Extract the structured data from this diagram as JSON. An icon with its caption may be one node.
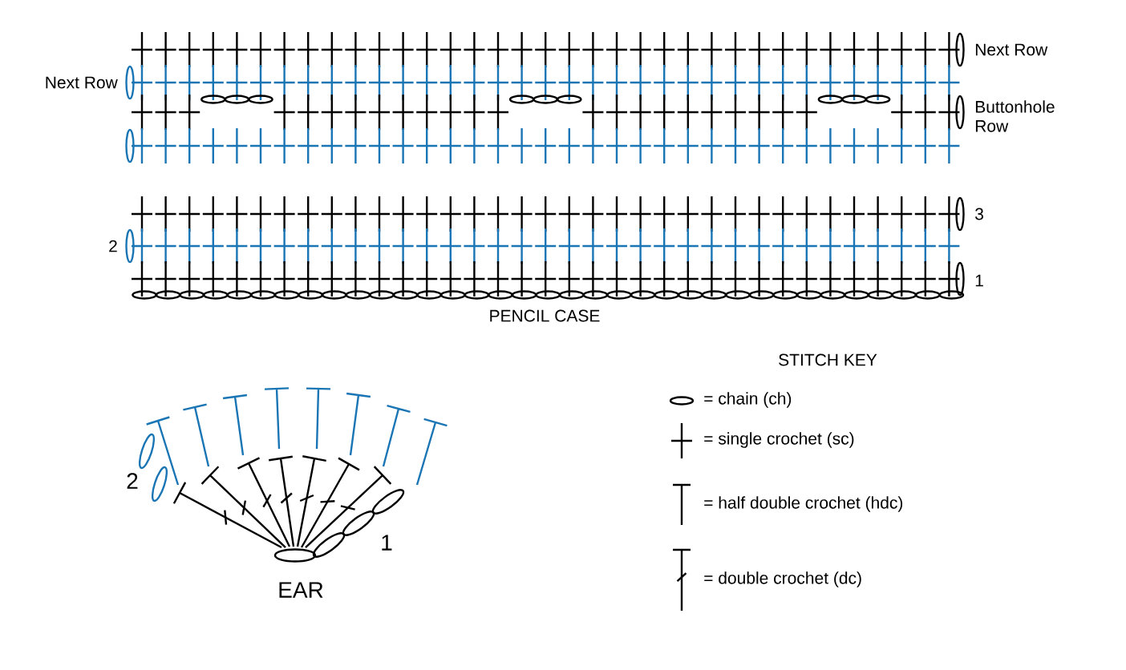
{
  "diagram": {
    "labels": [
      "Next Row",
      "Next Row",
      "Buttonhole Row",
      "3",
      "2",
      "1",
      "PENCIL CASE",
      "STITCH KEY",
      "2",
      "1",
      "EAR"
    ],
    "legend": [
      {
        "text": "= chain (ch)"
      },
      {
        "text": "= single crochet (sc)"
      },
      {
        "text": "= half double crochet (hdc)"
      },
      {
        "text": "= double crochet (dc)"
      }
    ]
  }
}
